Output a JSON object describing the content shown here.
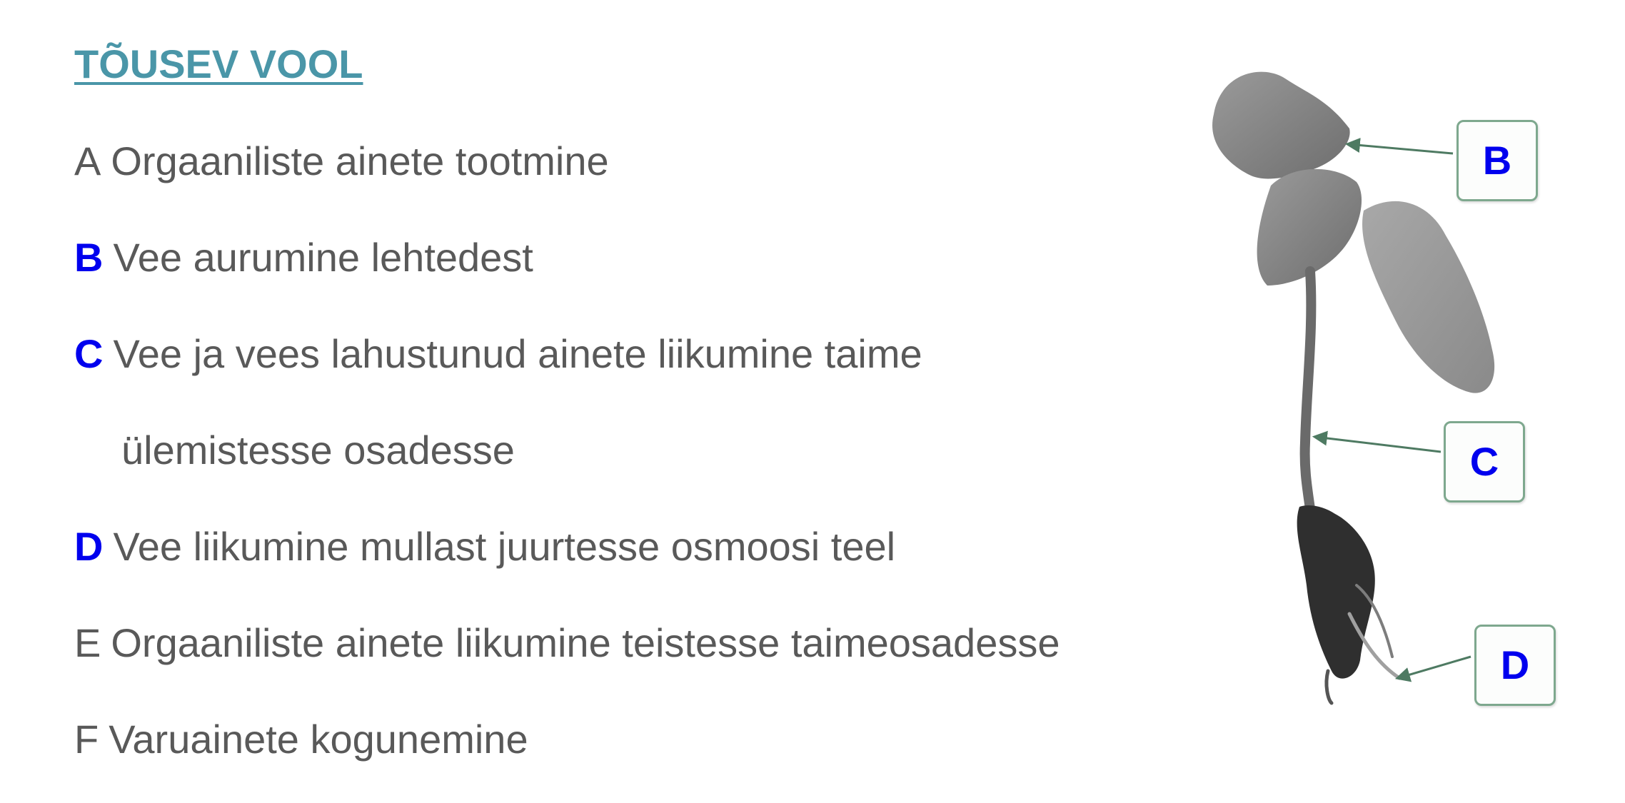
{
  "title": "TÕUSEV VOOL",
  "items": [
    {
      "letter": "A",
      "text": "Orgaaniliste ainete tootmine"
    },
    {
      "letter": "B",
      "text": "Vee aurumine lehtedest"
    },
    {
      "letter": "C",
      "text": "Vee ja vees lahustunud ainete liikumine taime",
      "continuation": "ülemistesse osadesse"
    },
    {
      "letter": "D",
      "text": "Vee liikumine mullast juurtesse osmoosi teel"
    },
    {
      "letter": "E",
      "text": "Orgaaniliste ainete liikumine teistesse taimeosadesse"
    },
    {
      "letter": "F",
      "text": "Varuainete kogunemine"
    }
  ],
  "figure": {
    "labels": {
      "leaf": "B",
      "stem": "C",
      "root": "D"
    }
  },
  "colors": {
    "title": "#4a96a8",
    "highlight_letter": "#0000ee",
    "body_text": "#595959",
    "callout_border": "#7ea88e",
    "arrow": "#4e7a62"
  }
}
